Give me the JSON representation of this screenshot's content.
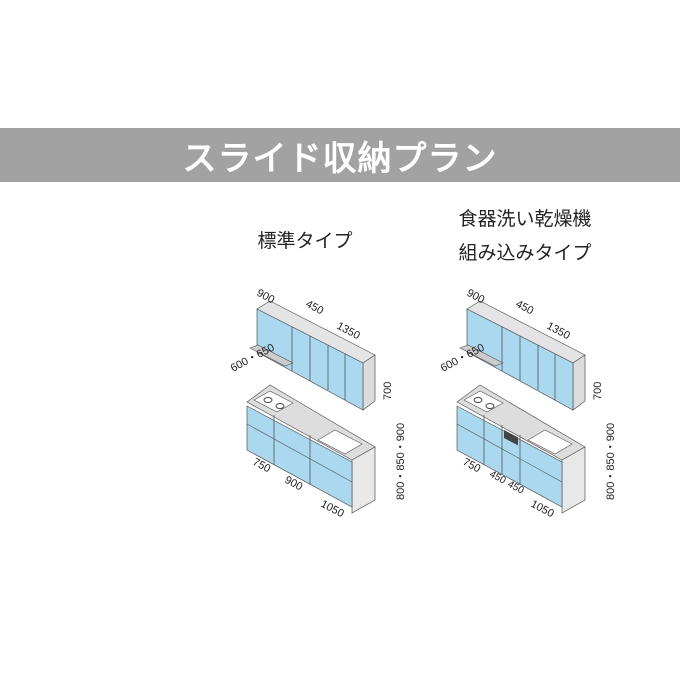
{
  "banner": {
    "title": "スライド収納プラン"
  },
  "plans": [
    {
      "title_lines": [
        "標準タイプ"
      ],
      "dims": {
        "upper_widths": [
          "900",
          "450",
          "1350"
        ],
        "depth": "600・650",
        "upper_height": "700",
        "base_widths": [
          "750",
          "900",
          "1050"
        ],
        "base_height": "800・850・900"
      }
    },
    {
      "title_lines": [
        "食器洗い乾燥機",
        "組み込みタイプ"
      ],
      "dims": {
        "upper_widths": [
          "900",
          "450",
          "1350"
        ],
        "depth": "600・650",
        "upper_height": "700",
        "base_widths": [
          "750",
          "450",
          "450",
          "1050"
        ],
        "base_height": "800・850・900"
      }
    }
  ],
  "colors": {
    "banner": "#a2a2a2",
    "door": "#a9d8ef",
    "body": "#e4e4e4"
  }
}
